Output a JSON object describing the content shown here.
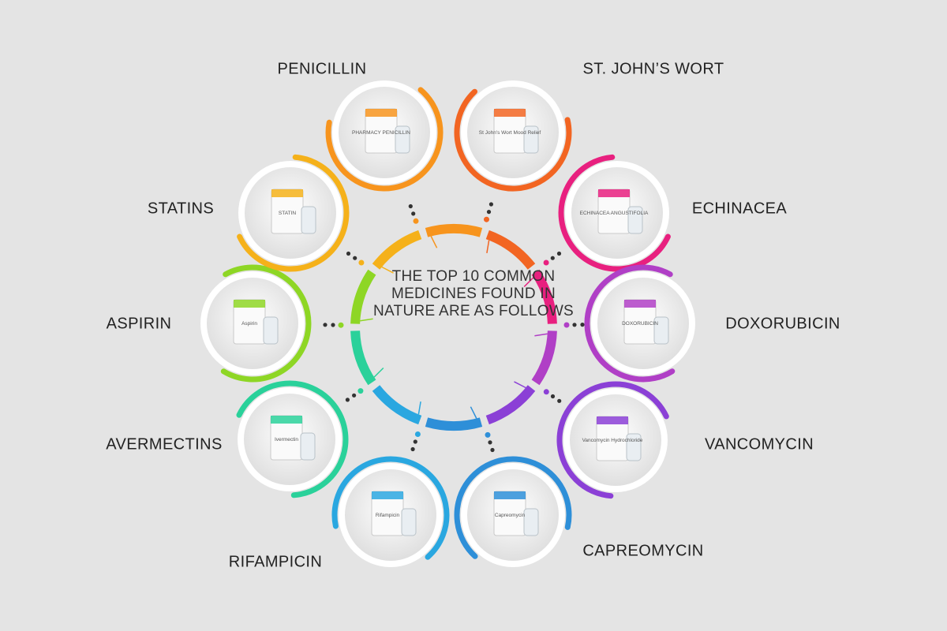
{
  "center_text": "THE TOP 10 COMMON MEDICINES FOUND IN NATURE ARE AS FOLLOWS",
  "items": [
    {
      "label": "PENICILLIN",
      "color": "#f7941d",
      "product_text": "PHARMACY PENICILLIN"
    },
    {
      "label": "ST. JOHN’S WORT",
      "color": "#f26522",
      "product_text": "St John's Wort Mood Relief"
    },
    {
      "label": "ECHINACEA",
      "color": "#e8207f",
      "product_text": "ECHINACEA ANGUSTIFOLIA"
    },
    {
      "label": "DOXORUBICIN",
      "color": "#b03fc6",
      "product_text": "DOXORUBICIN"
    },
    {
      "label": "VANCOMYCIN",
      "color": "#8b40d6",
      "product_text": "Vancomycin Hydrochloride"
    },
    {
      "label": "CAPREOMYCIN",
      "color": "#2e8fd8",
      "product_text": "Capreomycin"
    },
    {
      "label": "RIFAMPICIN",
      "color": "#2aa7e0",
      "product_text": "Rifampicin"
    },
    {
      "label": "AVERMECTINS",
      "color": "#2ad19a",
      "product_text": "Ivermectin"
    },
    {
      "label": "ASPIRIN",
      "color": "#8ed625",
      "product_text": "Aspirin"
    },
    {
      "label": "STATINS",
      "color": "#f5b11a",
      "product_text": "STATIN"
    }
  ]
}
